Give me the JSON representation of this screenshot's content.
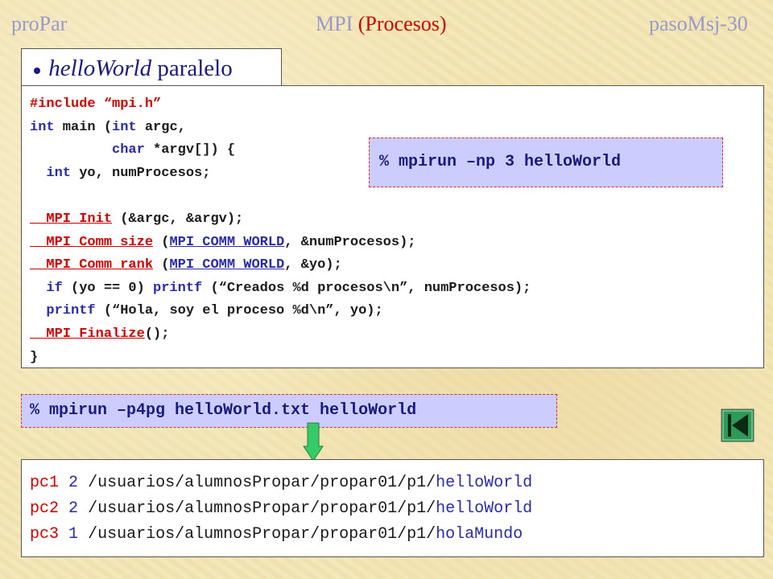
{
  "header": {
    "left": "proPar",
    "center_mpi": "MPI ",
    "center_procesos": "(Procesos)",
    "right": "pasoMsj-30"
  },
  "bullet": {
    "italic": "helloWorld",
    "rest": "paralelo"
  },
  "code": {
    "l1a": "#include ",
    "l1b": "“mpi.h”",
    "l2a": "int",
    "l2b": " main (",
    "l2c": "int",
    "l2d": " argc,",
    "l3a": "          char",
    "l3b": " *argv[]) {",
    "l4a": "  int",
    "l4b": " yo, numProcesos;",
    "l6a": "  MPI_Init",
    "l6b": " (&argc, &argv);",
    "l7a": "  MPI_Comm_size",
    "l7b": " (",
    "l7c": "MPI_COMM_WORLD",
    "l7d": ", &numProcesos);",
    "l8a": "  MPI_Comm_rank",
    "l8b": " (",
    "l8c": "MPI_COMM_WORLD",
    "l8d": ", &yo);",
    "l9a": "  if",
    "l9b": " (yo == 0) ",
    "l9c": "printf",
    "l9d": " (“Creados %d procesos\\n”, numProcesos);",
    "l10a": "  printf",
    "l10b": " (“Hola, soy el proceso %d\\n”, yo);",
    "l11a": "  MPI_Finalize",
    "l11b": "();",
    "l12": "}"
  },
  "cmd1": "% mpirun –np 3 helloWorld",
  "cmd2": "% mpirun –p4pg helloWorld.txt helloWorld",
  "hosts": [
    {
      "host": "pc1",
      "n": "2",
      "path": "/usuarios/alumnosPropar/propar01/p1/",
      "prog": "helloWorld"
    },
    {
      "host": "pc2",
      "n": "2",
      "path": "/usuarios/alumnosPropar/propar01/p1/",
      "prog": "helloWorld"
    },
    {
      "host": "pc3",
      "n": "1",
      "path": "/usuarios/alumnosPropar/propar01/p1/",
      "prog": "holaMundo"
    }
  ],
  "icons": {
    "bullet": "bullet-dot-icon",
    "arrow": "down-arrow-icon",
    "nav": "nav-back-icon"
  },
  "colors": {
    "background": "#f3e6b4",
    "header": "#9999cc",
    "accent_red": "#cc0000",
    "keyword_blue": "#2b2ba8",
    "command_box": "#ccccff",
    "arrow_green": "#33cc66"
  }
}
